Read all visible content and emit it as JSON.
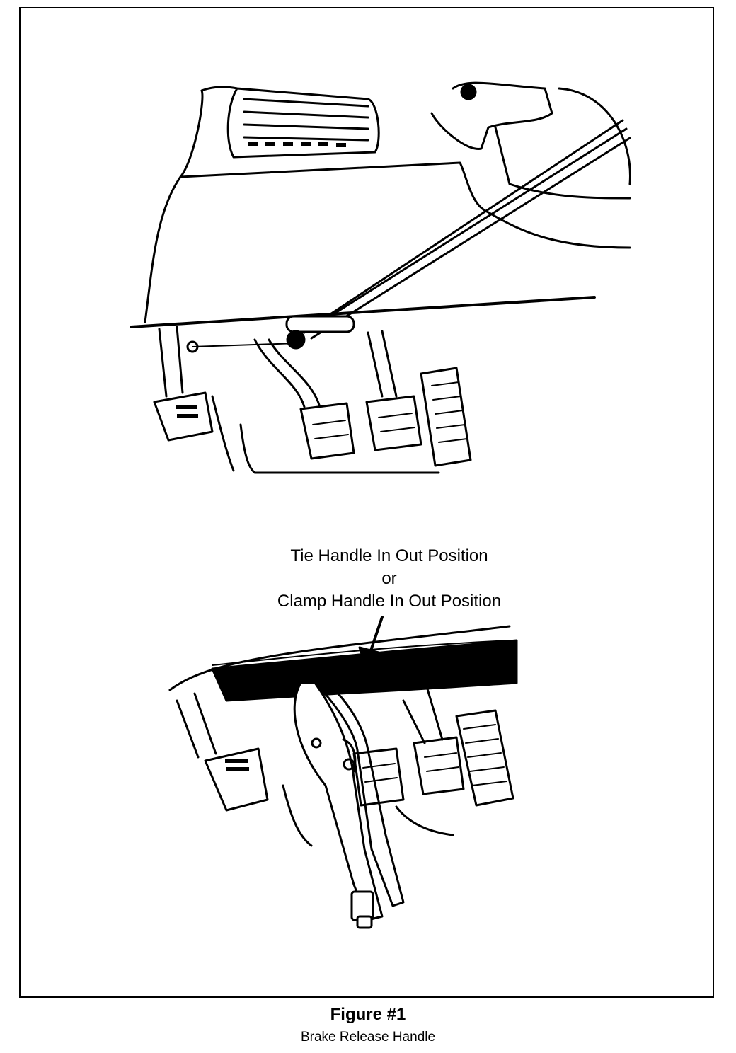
{
  "callout": {
    "line1": "Tie Handle In Out Position",
    "line2": "or",
    "line3": "Clamp Handle In Out Position"
  },
  "figure": {
    "title": "Figure #1",
    "caption": "Brake Release Handle"
  },
  "colors": {
    "ink": "#000000",
    "paper": "#ffffff"
  }
}
